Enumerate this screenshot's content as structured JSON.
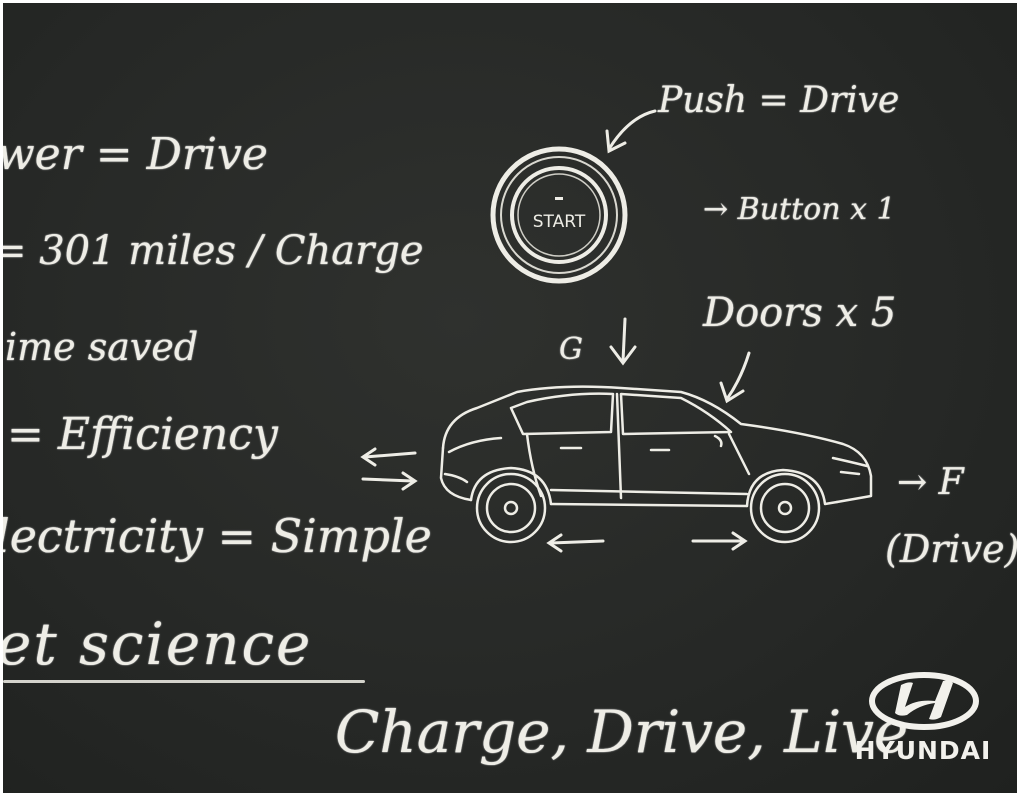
{
  "formulas": [
    "wer = Drive",
    "= 301 miles / Charge",
    "ime saved",
    "= Efficiency",
    "lectricity = Simple",
    "et science"
  ],
  "diagram": {
    "push": "Push = Drive",
    "start_label": "START",
    "button": "→ Button x 1",
    "doors": "Doors x 5",
    "gravity": "G",
    "force": "→ F",
    "force_note": "(Drive)"
  },
  "tagline": "Charge, Drive, Live",
  "brand": {
    "name": "HYUNDAI",
    "logo_icon": "hyundai-logo-icon"
  },
  "colors": {
    "board": "#262826",
    "chalk": "#eeede6"
  }
}
